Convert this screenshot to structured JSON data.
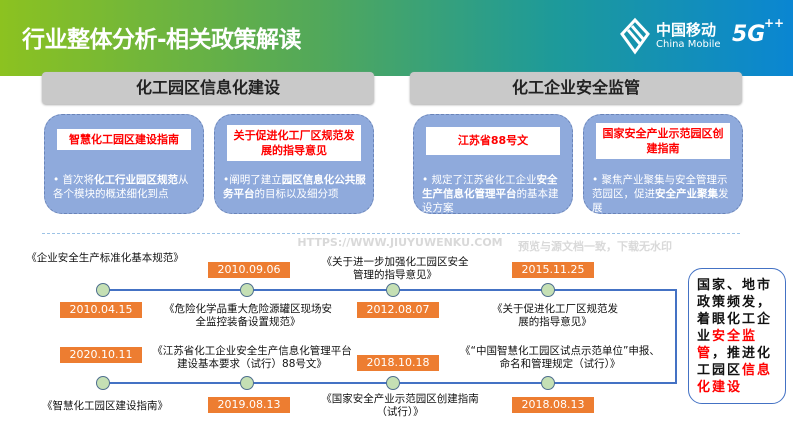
{
  "header": {
    "title": "行业整体分析-相关政策解读",
    "logo_cn": "中国移动",
    "logo_en": "China Mobile",
    "logo_5g": "5G"
  },
  "sections": [
    {
      "title": "化工园区信息化建设"
    },
    {
      "title": "化工企业安全监管"
    }
  ],
  "cards": [
    {
      "tag": "智慧化工园区建设指南",
      "desc_pre": "• 首次将",
      "desc_bold": "化工行业园区规范",
      "desc_post": "从各个模块的概述细化到点"
    },
    {
      "tag": "关于促进化工厂区规范发展的指导意见",
      "desc_pre": "•阐明了建立",
      "desc_bold": "园区信息化公共服务平台",
      "desc_post": "的目标以及细分项"
    },
    {
      "tag": "江苏省88号文",
      "desc_pre": "• 规定了江苏省化工企业",
      "desc_bold": "安全生产信息化管理平台",
      "desc_post": "的基本建设方案"
    },
    {
      "tag": "国家安全产业示范园区创建指南",
      "desc_pre": "• 聚焦产业聚集与安全管理示范园区，促进",
      "desc_bold": "安全产业聚集",
      "desc_post": "发展"
    }
  ],
  "timeline": [
    {
      "date": "2010.04.15",
      "doc": "《企业安全生产标准化基本规范》"
    },
    {
      "date": "2010.09.06",
      "doc": "《危险化学品重大危险源罐区现场安全监控装备设置规范》"
    },
    {
      "date": "2012.08.07",
      "doc": "《关于进一步加强化工园区安全管理的指导意见》"
    },
    {
      "date": "2015.11.25",
      "doc": "《关于促进化工厂区规范发展的指导意见》"
    },
    {
      "date": "2018.08.13",
      "doc": "《“中国智慧化工园区试点示范单位”申报、命名和管理规定（试行）》"
    },
    {
      "date": "2018.10.18",
      "doc": "《国家安全产业示范园区创建指南（试行）》"
    },
    {
      "date": "2019.08.13",
      "doc": "《江苏省化工企业安全生产信息化管理平台建设基本要求（试行）88号文》"
    },
    {
      "date": "2020.10.11",
      "doc": "《智慧化工园区建设指南》"
    }
  ],
  "summary": {
    "p1": "国家、地市政策频发，着眼化工企业",
    "r1": "安全监管",
    "p2": "，推进化工园区",
    "r2": "信息化建设"
  },
  "watermark": {
    "url": "HTTPS://WWW.JIUYUWENKU.COM",
    "note": "预览与源文档一致，下载无水印"
  },
  "colors": {
    "date_box": "#ed7d31",
    "card": "#8faadc",
    "highlight": "#ff0000",
    "timeline": "#4472c4"
  }
}
